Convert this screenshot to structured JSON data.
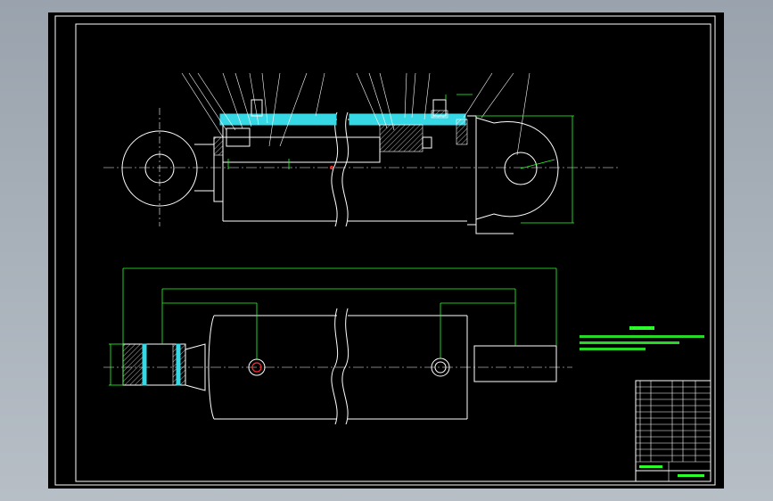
{
  "drawing": {
    "type": "hydraulic-cylinder-assembly",
    "colors": {
      "background": "#000000",
      "frame": "#ffffff",
      "outline": "#ffffff",
      "dimension": "#2bff2b",
      "section_fill": "#36d8e6",
      "leader_label": "#ffe14a",
      "port_highlight": "#ff2b2b"
    },
    "views": [
      "front-section-view",
      "bottom-view"
    ],
    "technical_notes": {
      "heading_present": true,
      "line_count": 4
    },
    "title_block_present": true
  }
}
